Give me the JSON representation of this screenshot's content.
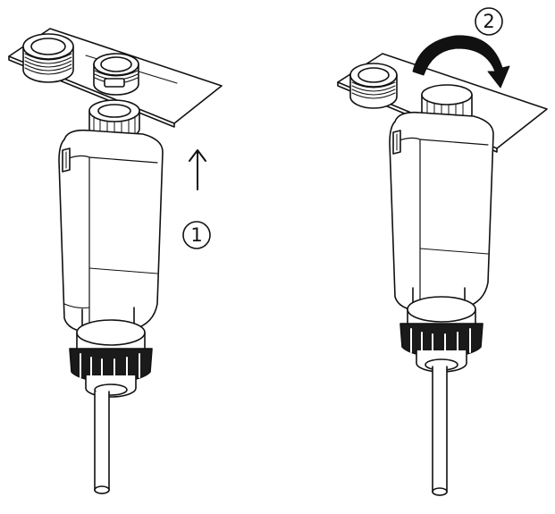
{
  "steps": [
    {
      "number": "1",
      "action": "push-up"
    },
    {
      "number": "2",
      "action": "rotate-clockwise"
    }
  ],
  "colors": {
    "stroke": "#111111",
    "fill": "#ffffff",
    "knurl": "#1a1a1a"
  },
  "icons": [
    "up-arrow-icon",
    "rotate-clockwise-arrow-icon"
  ]
}
